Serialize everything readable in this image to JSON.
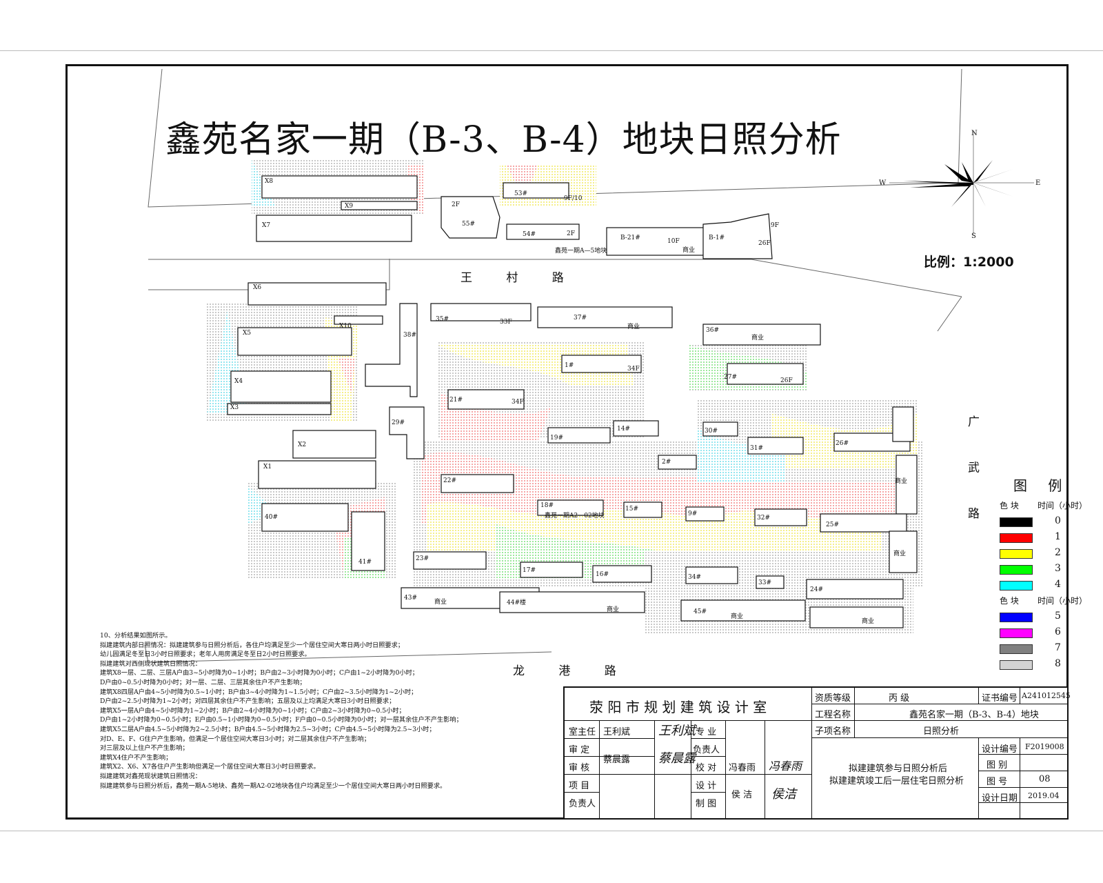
{
  "title": "鑫苑名家一期（B-3、B-4）地块日照分析",
  "scale": "比例：1:2000",
  "compass": {
    "n": "N",
    "s": "S",
    "e": "E",
    "w": "W"
  },
  "roads": {
    "north": "王 村 路",
    "south": "龙 港 路",
    "east": "广 武 路"
  },
  "labels": {
    "site_a5": "鑫苑一期A—5地块",
    "site_a2": "鑫苑一期A2—02地块"
  },
  "buildings": [
    {
      "id": "X8",
      "text": "X8"
    },
    {
      "id": "X9",
      "text": "X9"
    },
    {
      "id": "X7",
      "text": "X7"
    },
    {
      "id": "53",
      "text": "53#"
    },
    {
      "id": "53f",
      "text": "9F/10"
    },
    {
      "id": "55",
      "text": "55#"
    },
    {
      "id": "55f",
      "text": "2F"
    },
    {
      "id": "54",
      "text": "54#"
    },
    {
      "id": "54f",
      "text": "2F"
    },
    {
      "id": "b21",
      "text": "B-21#"
    },
    {
      "id": "b21f",
      "text": "10F"
    },
    {
      "id": "shy1",
      "text": "商业"
    },
    {
      "id": "b1",
      "text": "B-1#"
    },
    {
      "id": "b26f",
      "text": "26F"
    },
    {
      "id": "b9f",
      "text": "9F"
    },
    {
      "id": "X6",
      "text": "X6"
    },
    {
      "id": "X10",
      "text": "X10"
    },
    {
      "id": "X5",
      "text": "X5"
    },
    {
      "id": "X4",
      "text": "X4"
    },
    {
      "id": "X3",
      "text": "X3"
    },
    {
      "id": "X2",
      "text": "X2"
    },
    {
      "id": "X1",
      "text": "X1"
    },
    {
      "id": "35",
      "text": "35#"
    },
    {
      "id": "33f",
      "text": "33F"
    },
    {
      "id": "37",
      "text": "37#"
    },
    {
      "id": "shy2",
      "text": "商业"
    },
    {
      "id": "36",
      "text": "36#"
    },
    {
      "id": "shy3",
      "text": "商业"
    },
    {
      "id": "38",
      "text": "38#"
    },
    {
      "id": "b1a",
      "text": "1#"
    },
    {
      "id": "b1f",
      "text": "34F"
    },
    {
      "id": "b27",
      "text": "27#"
    },
    {
      "id": "b27f",
      "text": "26F"
    },
    {
      "id": "b21a",
      "text": "21#"
    },
    {
      "id": "b21af",
      "text": "34F"
    },
    {
      "id": "b29",
      "text": "29#"
    },
    {
      "id": "b19",
      "text": "19#"
    },
    {
      "id": "b14",
      "text": "14#"
    },
    {
      "id": "b30",
      "text": "30#"
    },
    {
      "id": "b31",
      "text": "31#"
    },
    {
      "id": "b26",
      "text": "26#"
    },
    {
      "id": "b2",
      "text": "2#"
    },
    {
      "id": "b22",
      "text": "22#"
    },
    {
      "id": "b18",
      "text": "18#"
    },
    {
      "id": "b15",
      "text": "15#"
    },
    {
      "id": "b9",
      "text": "9#"
    },
    {
      "id": "b32",
      "text": "32#"
    },
    {
      "id": "b25",
      "text": "25#"
    },
    {
      "id": "shy4",
      "text": "商业"
    },
    {
      "id": "b40",
      "text": "40#"
    },
    {
      "id": "b41",
      "text": "41#"
    },
    {
      "id": "b23",
      "text": "23#"
    },
    {
      "id": "b17",
      "text": "17#"
    },
    {
      "id": "b16",
      "text": "16#"
    },
    {
      "id": "b34",
      "text": "34#"
    },
    {
      "id": "b33",
      "text": "33#"
    },
    {
      "id": "b24",
      "text": "24#"
    },
    {
      "id": "shy5",
      "text": "商业"
    },
    {
      "id": "b43",
      "text": "43#"
    },
    {
      "id": "shy6",
      "text": "商业"
    },
    {
      "id": "b44",
      "text": "44#楼"
    },
    {
      "id": "shy7",
      "text": "商业"
    },
    {
      "id": "b45",
      "text": "45#"
    },
    {
      "id": "shy8",
      "text": "商业"
    },
    {
      "id": "shy9",
      "text": "商业"
    }
  ],
  "legend": {
    "title": "图 例",
    "head_color": "色 块",
    "head_time": "时间（小时）",
    "items": [
      {
        "color": "#000000",
        "value": "0"
      },
      {
        "color": "#ff0000",
        "value": "1"
      },
      {
        "color": "#ffff00",
        "value": "2"
      },
      {
        "color": "#00ff00",
        "value": "3"
      },
      {
        "color": "#00ffff",
        "value": "4"
      },
      {
        "color": "#0000ff",
        "value": "5"
      },
      {
        "color": "#ff00ff",
        "value": "6"
      },
      {
        "color": "#808080",
        "value": "7"
      },
      {
        "color": "#d3d3d3",
        "value": "8"
      }
    ]
  },
  "notes": [
    "10、分析结果如图所示。",
    "拟建建筑内部日照情况：拟建建筑参与日照分析后，各住户均满足至少一个居住空间大寒日两小时日照要求；",
    "        幼儿园满足冬至日3小时日照要求；老年人用房满足冬至日2小时日照要求。",
    "拟建建筑对西侧现状建筑日照情况：",
    "        建筑X8一层、二层、三层A户由3~5小时降为0~1小时；B户由2~3小时降为0小时；C户由1~2小时降为0小时；",
    "        D户由0~0.5小时降为0小时；对一层、二层、三层其余住户不产生影响；",
    "        建筑X8四层A户由4~5小时降为0.5~1小时；B户由3~4小时降为1~1.5小时；C户由2~3.5小时降为1~2小时；",
    "        D户由2~2.5小时降为1~2小时；对四层其余住户不产生影响；五层及以上均满足大寒日3小时日照要求；",
    "        建筑X5一层A户由4~5小时降为1~2小时；B户由2~4小时降为0~1小时；C户由2~3小时降为0~0.5小时；",
    "        D户由1~2小时降为0~0.5小时；E户由0.5~1小时降为0~0.5小时；F户由0~0.5小时降为0小时；对一层其余住户不产生影响；",
    "        建筑X5二层A户由4.5~5小时降为2~2.5小时；B户由4.5~5小时降为2.5~3小时；C户由4.5~5小时降为2.5~3小时；",
    "        对D、E、F、G住户产生影响，但满足一个居住空间大寒日3小时；对二层其余住户不产生影响；",
    "        对三层及以上住户不产生影响；",
    "        建筑X4住户不产生影响；",
    "        建筑X2、X6、X7各住户产生影响但满足一个居住空间大寒日3小时日照要求。",
    "拟建建筑对鑫苑现状建筑日照情况：",
    "        拟建建筑参与日照分析后，鑫苑一期A-5地块、鑫苑一期A2-02地块各住户均满足至少一个居住空间大寒日两小时日照要求。"
  ],
  "titleblock": {
    "org": "荥 阳 市 规 划 建 筑 设 计 室",
    "qual_label": "资质等级",
    "qual_value": "丙          级",
    "cert_label": "证书编号",
    "cert_value": "A241012545",
    "proj_label": "工程名称",
    "proj_value": "鑫苑名家一期（B-3、B-4）地块",
    "sub_label": "子项名称",
    "sub_value": "日照分析",
    "roles_left": [
      "室主任",
      "审 定",
      "审 核",
      "项 目",
      "负责人"
    ],
    "roles_mid": [
      "专 业",
      "负责人",
      "校 对",
      "设 计",
      "制 图"
    ],
    "name_zhu": "王利斌",
    "sig_zhu": "王利斌",
    "name_shen": "蔡晨露",
    "sig_shen": "蔡晨露",
    "name_jiao": "冯春雨",
    "sig_jiao": "冯春雨",
    "name_she": "侯 洁",
    "sig_she": "侯洁",
    "drawing_title_1": "拟建建筑参与日照分析后",
    "drawing_title_2": "拟建建筑竣工后一层住宅日照分析",
    "design_no_label": "设计编号",
    "design_no_value": "F2019008",
    "type_label": "图 别",
    "type_value": "",
    "no_label": "图 号",
    "no_value": "08",
    "date_label": "设计日期",
    "date_value": "2019.04"
  }
}
